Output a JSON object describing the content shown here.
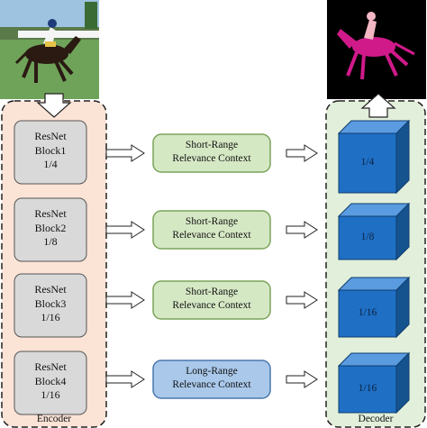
{
  "encoder": {
    "label": "Encoder",
    "blocks": [
      {
        "line1": "ResNet",
        "line2": "Block1",
        "line3": "1/4"
      },
      {
        "line1": "ResNet",
        "line2": "Block2",
        "line3": "1/8"
      },
      {
        "line1": "ResNet",
        "line2": "Block3",
        "line3": "1/16"
      },
      {
        "line1": "ResNet",
        "line2": "Block4",
        "line3": "1/16"
      }
    ]
  },
  "contexts": [
    {
      "line1": "Short-Range",
      "line2": "Relevance Context",
      "kind": "short"
    },
    {
      "line1": "Short-Range",
      "line2": "Relevance Context",
      "kind": "short"
    },
    {
      "line1": "Short-Range",
      "line2": "Relevance Context",
      "kind": "short"
    },
    {
      "line1": "Long-Range",
      "line2": "Relevance Context",
      "kind": "long"
    }
  ],
  "decoder": {
    "label": "Decoder",
    "features": [
      "1/4",
      "1/8",
      "1/16",
      "1/16"
    ]
  },
  "colors": {
    "encoder_bg": "#fbe3d6",
    "block_fill": "#d9d9d9",
    "short_fill": "#d5e8c4",
    "short_stroke": "#7aa35a",
    "long_fill": "#a9c8ea",
    "long_stroke": "#4a78ad",
    "decoder_bg": "#e2efda",
    "cube_front": "#1f6fc5",
    "cube_top": "#5b9be0",
    "cube_side": "#15538f",
    "mask_bg": "#000000",
    "mask_rider": "#f2b7c3",
    "mask_horse": "#d01a8a"
  },
  "images": {
    "input_photo": "horse-racing-photo",
    "output_mask": "segmentation-mask"
  }
}
